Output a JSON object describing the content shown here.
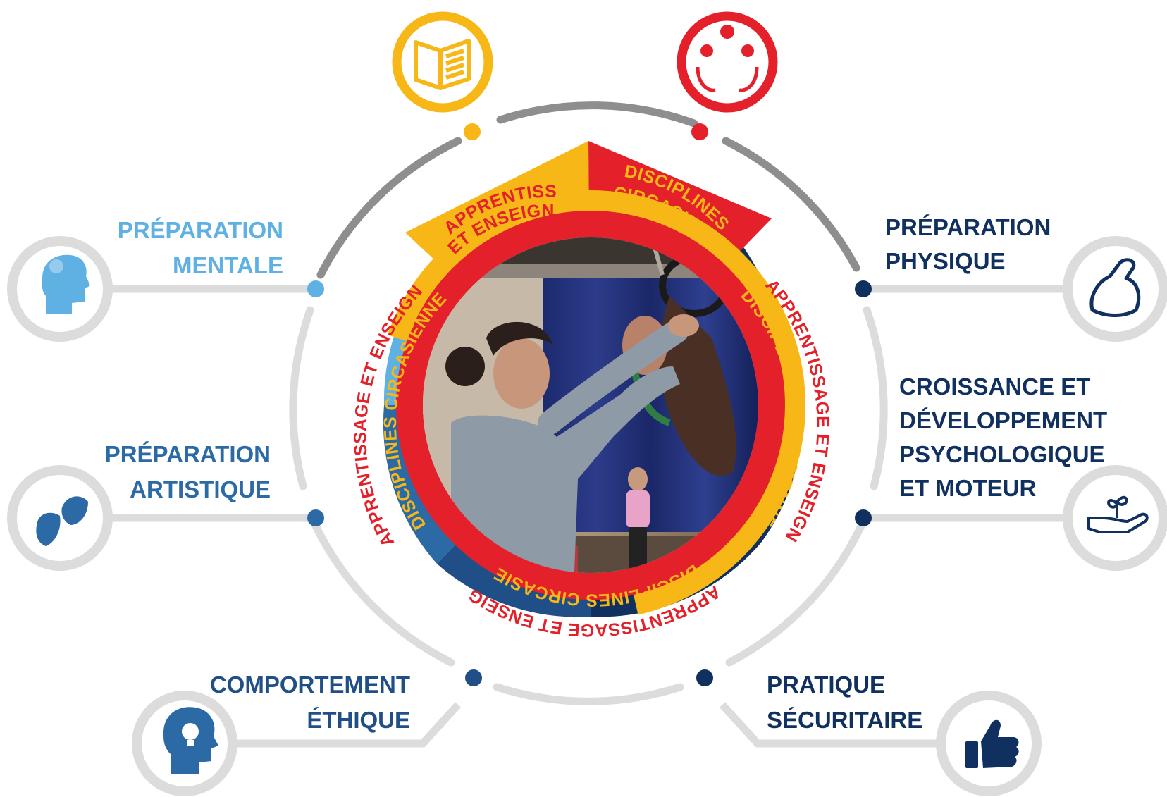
{
  "colors": {
    "yellow": "#f7b716",
    "red": "#e4202a",
    "navy": "#10305f",
    "blue_mid": "#2c6aa6",
    "blue_light": "#5fb0e3",
    "gray_ring": "#8e8e8e",
    "gray_light": "#dcdcdc"
  },
  "center": {
    "photo_alt": "coach spotting an upside-down aerialist on a hoop in a circus training hall"
  },
  "rings": {
    "outer_yellow": "APPRENTISSAGE ET ENSEIGNEMENT",
    "outer_red": "DISCIPLINES CIRCASIENNES",
    "top_yellow_line1": "APPRENTISSAGE",
    "top_yellow_line2": "ET ENSEIGNEMENT",
    "top_red_line1": "DISCIPLINES",
    "top_red_line2": "CIRCASIENNES",
    "left_yellow": "APPRENTISSAGE ET ENSEIGNEMENT",
    "left_red": "DISCIPLINES CIRCASIENNES",
    "right_yellow": "APPRENTISSAGE ET ENSEIGNEMENT",
    "right_red": "DISCIPLINES CIRCASIENNES",
    "bottom_yellow": "APPRENTISSAGE ET ENSEIGNEMENT",
    "bottom_red": "DISCIPLINES CIRCASIENNES"
  },
  "top_icons": [
    {
      "name": "book-icon"
    },
    {
      "name": "juggling-icon"
    }
  ],
  "branches": [
    {
      "key": "mentale",
      "lines": [
        "PRÉPARATION",
        "MENTALE"
      ],
      "icon": "head-brain-icon"
    },
    {
      "key": "artistique",
      "lines": [
        "PRÉPARATION",
        "ARTISTIQUE"
      ],
      "icon": "theater-masks-icon"
    },
    {
      "key": "ethique",
      "lines": [
        "COMPORTEMENT",
        "ÉTHIQUE"
      ],
      "icon": "head-lightbulb-icon"
    },
    {
      "key": "physique",
      "lines": [
        "PRÉPARATION",
        "PHYSIQUE"
      ],
      "icon": "flexed-arm-icon"
    },
    {
      "key": "croissance",
      "lines": [
        "CROISSANCE ET",
        "DÉVELOPPEMENT",
        "PSYCHOLOGIQUE",
        "ET MOTEUR"
      ],
      "icon": "hand-sprout-icon"
    },
    {
      "key": "securitaire",
      "lines": [
        "PRATIQUE",
        "SÉCURITAIRE"
      ],
      "icon": "thumbs-up-icon"
    }
  ]
}
